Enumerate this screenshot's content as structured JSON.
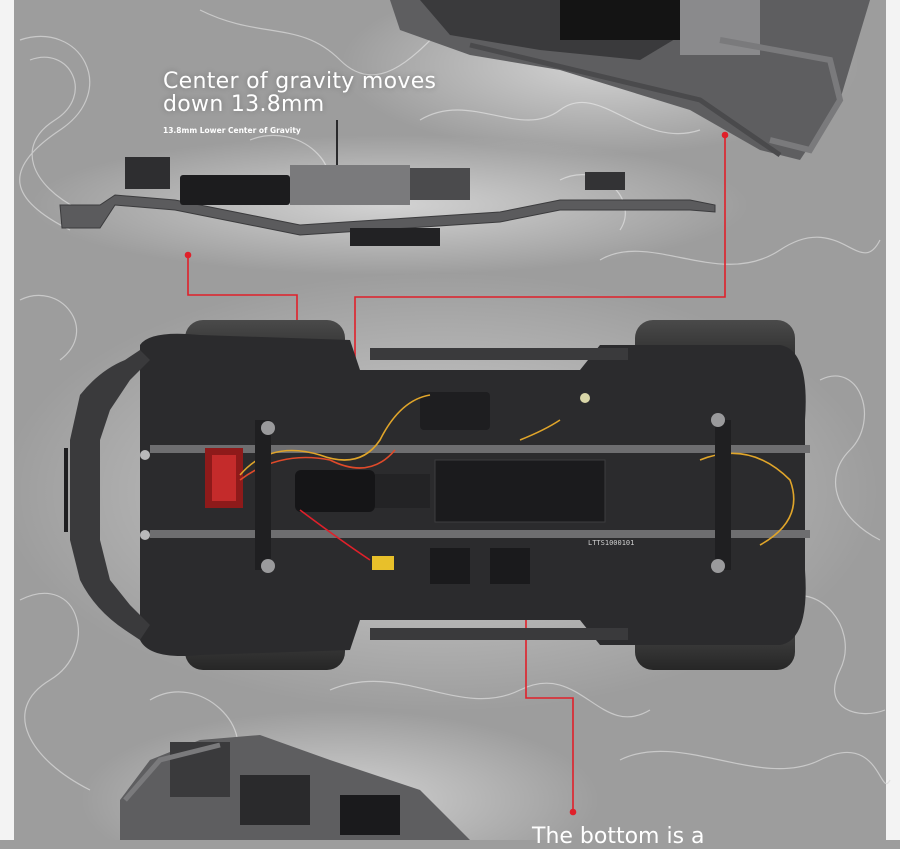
{
  "headline": "Center of gravity moves\ndown 13.8mm",
  "subheadline": "13.8mm Lower Center of Gravity",
  "bottom_caption": "The bottom is a",
  "frame_marking": "LTTS1000101",
  "colors": {
    "background": "#9d9d9d",
    "topo_lines": "#d4d4d4",
    "callout_line": "#e0202a",
    "chassis_body": "#2b2b2d",
    "tire": "#3a3a3a",
    "frame_rail": "#6e6e70"
  }
}
